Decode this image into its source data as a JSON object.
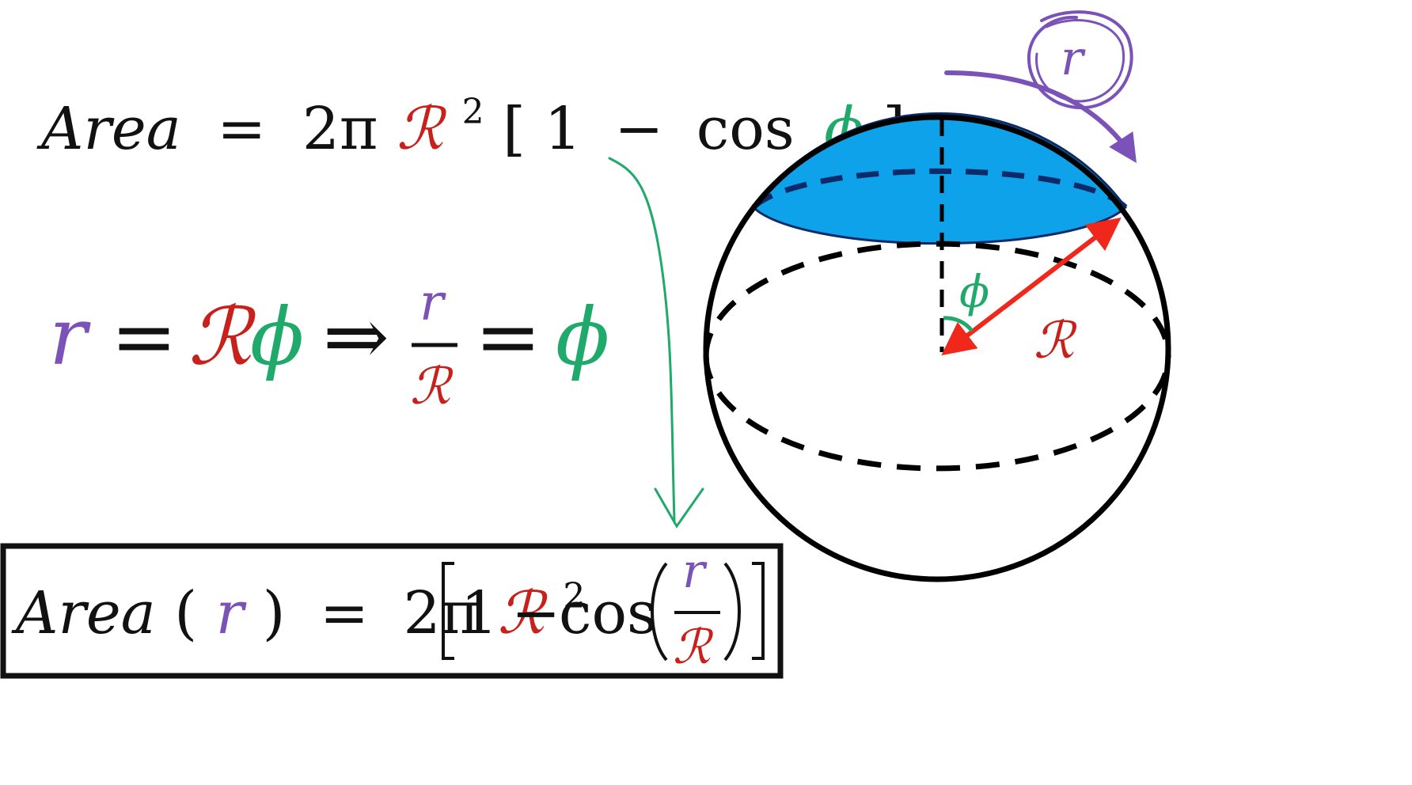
{
  "colors": {
    "ink": "#111111",
    "purple": "#7a52b8",
    "red": "#c8201a",
    "green": "#1faa6b",
    "arrow_red": "#f0281c",
    "cap_fill": "#0ea2ea",
    "cap_stroke": "#0a2a6a"
  },
  "formula_top": {
    "area": "Area",
    "equals": "=",
    "two_pi": "2π",
    "R": "ℛ",
    "exp": "2",
    "lbracket": "[",
    "one": "1",
    "minus": "−",
    "cos": "cos",
    "phi": "ϕ",
    "rbracket": "]"
  },
  "formula_mid": {
    "r": "r",
    "equals": "=",
    "R": "ℛ",
    "phi": "ϕ",
    "implies": "⇒",
    "frac_num": "r",
    "frac_den": "ℛ",
    "equals2": "=",
    "phi2": "ϕ"
  },
  "formula_box": {
    "area": "Area",
    "lparen": "(",
    "r": "r",
    "rparen": ")",
    "equals": "=",
    "two_pi": "2π",
    "R": "ℛ",
    "exp": "2",
    "one": "1",
    "minus": "−",
    "cos": "cos",
    "frac_num": "r",
    "frac_den": "ℛ"
  },
  "sphere_labels": {
    "phi": "ϕ",
    "R": "ℛ",
    "r": "r"
  },
  "icons": {
    "curved_arrow": "green-curved-arrow-icon",
    "distance_arrow": "purple-distance-arrow-icon"
  }
}
